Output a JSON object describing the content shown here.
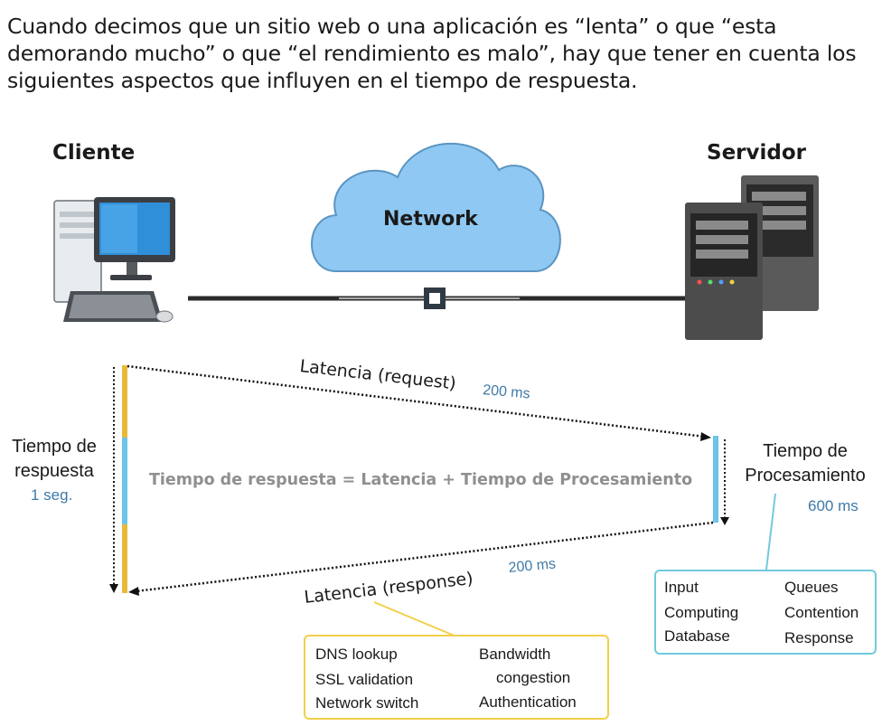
{
  "intro": "Cuando decimos que un sitio web o una aplicación es “lenta” o que “esta demorando mucho” o que “el rendimiento es malo”, hay que tener en cuenta los siguientes aspectos que influyen en el tiempo de respuesta.",
  "client": {
    "label": "Cliente"
  },
  "server": {
    "label": "Servidor"
  },
  "network": {
    "label": "Network"
  },
  "latency_request": {
    "label": "Latencia (request)",
    "value": "200 ms"
  },
  "latency_response": {
    "label": "Latencia (response)",
    "value": "200 ms"
  },
  "response_time": {
    "label_line1": "Tiempo de",
    "label_line2": "respuesta",
    "value": "1 seg."
  },
  "processing_time": {
    "label_line1": "Tiempo de",
    "label_line2": "Procesamiento",
    "value": "600 ms"
  },
  "formula": "Tiempo de respuesta = Latencia + Tiempo de Procesamiento",
  "processing_factors": [
    "Input",
    "Computing",
    "Database",
    "Queues",
    "Contention",
    "Response"
  ],
  "latency_factors": [
    "DNS lookup",
    "SSL validation",
    "Network switch",
    "Bandwidth",
    "congestion",
    "Authentication"
  ],
  "colors": {
    "latency_bar": "#e9b93a",
    "processing_bar": "#6ec3e8",
    "cloud": "#8fc8f2",
    "latency_box": "#f2cf4b",
    "processing_box": "#72c9dc",
    "value_text": "#3e7aa8"
  }
}
